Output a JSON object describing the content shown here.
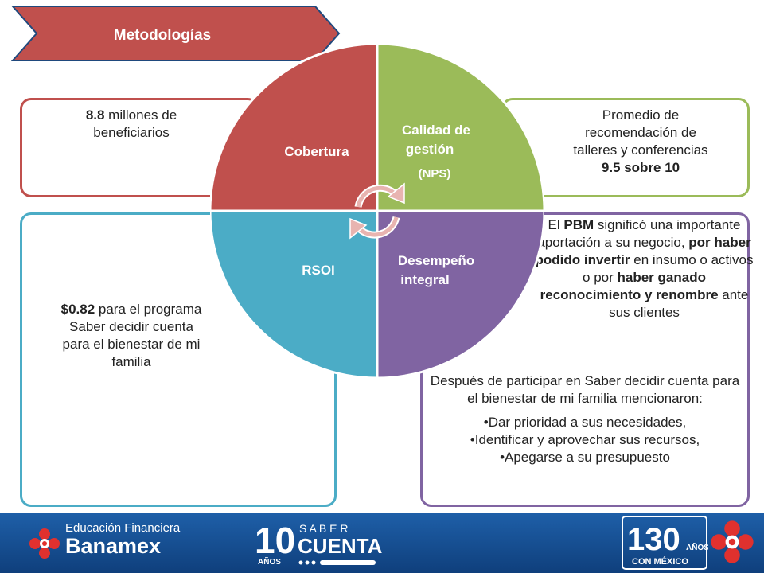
{
  "banner": {
    "title": "Metodologías"
  },
  "wheel": {
    "quadrants": [
      {
        "label": "Cobertura"
      },
      {
        "label_line1": "Calidad de",
        "label_line2": "gestión",
        "label_line3": "(NPS)"
      },
      {
        "label": "RSOI"
      },
      {
        "label_line1": "Desempeño",
        "label_line2": "integral"
      }
    ],
    "center_icon": "cycle-arrows-icon"
  },
  "coverage": {
    "value": "8.8",
    "text_line1": " millones de",
    "text_line2": "beneficiarios"
  },
  "nps": {
    "line1": "Promedio de",
    "line2": "recomendación de",
    "line3": "talleres y conferencias",
    "score": "9.5 sobre 10"
  },
  "rsoi": {
    "value": "$0.82",
    "line1": " para el programa",
    "line2": "Saber decidir cuenta",
    "line3": "para el bienestar de mi",
    "line4": "familia"
  },
  "performance": {
    "p1": "El ",
    "b1": "PBM",
    "p2": " significó una importante aportación a su negocio, ",
    "b2": "por haber podido invertir",
    "p3": " en insumo o activos o por ",
    "b3": "haber ganado reconocimiento y renombre",
    "p4": " ante sus clientes"
  },
  "after": {
    "intro": "Después de participar en Saber decidir cuenta para el bienestar de mi familia mencionaron:",
    "items": [
      "•Dar prioridad a sus necesidades,",
      "•Identificar y aprovechar sus recursos,",
      "•Apegarse a su presupuesto"
    ]
  },
  "footer": {
    "brand_small": "Educación Financiera",
    "brand_big": "Banamex",
    "saber_number": "10",
    "saber_word1": "S A B E R",
    "saber_word2": "CUENTA",
    "saber_years": "AÑOS",
    "anniv_number": "130",
    "anniv_years": "AÑOS",
    "anniv_text": "CON MÉXICO"
  },
  "colors": {
    "red": "#c0504d",
    "green": "#9bbb59",
    "blue": "#4bacc6",
    "purple": "#8064a2",
    "footer_blue": "#1e5fa8"
  }
}
